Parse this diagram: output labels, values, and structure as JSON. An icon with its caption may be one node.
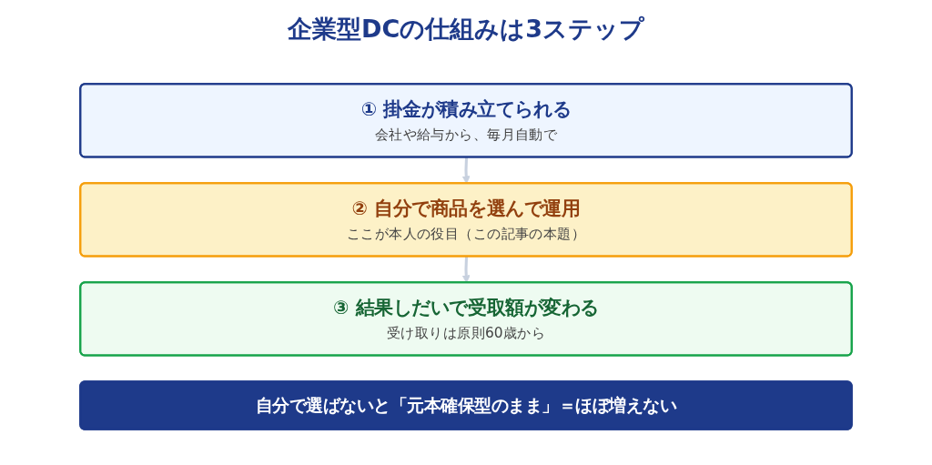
{
  "diagram": {
    "title": "企業型DCの仕組みは3ステップ",
    "nodes": [
      {
        "text": [
          "① 掛金が積み立てられる",
          "会社や給与から、毎月自動で"
        ]
      },
      {
        "text": [
          "② 自分で商品を選んで運用",
          "ここが本人の役目（この記事の本題）"
        ]
      },
      {
        "text": [
          "③ 結果しだいで受取額が変わる",
          "受け取りは原則60歳から"
        ]
      },
      {
        "text": [
          "自分で選ばないと「元本確保型のまま」＝ほぼ増えない"
        ]
      }
    ],
    "edges": [
      {
        "from": 0,
        "to": 1,
        "arrow": "to"
      },
      {
        "from": 1,
        "to": 2,
        "arrow": "to"
      }
    ]
  }
}
